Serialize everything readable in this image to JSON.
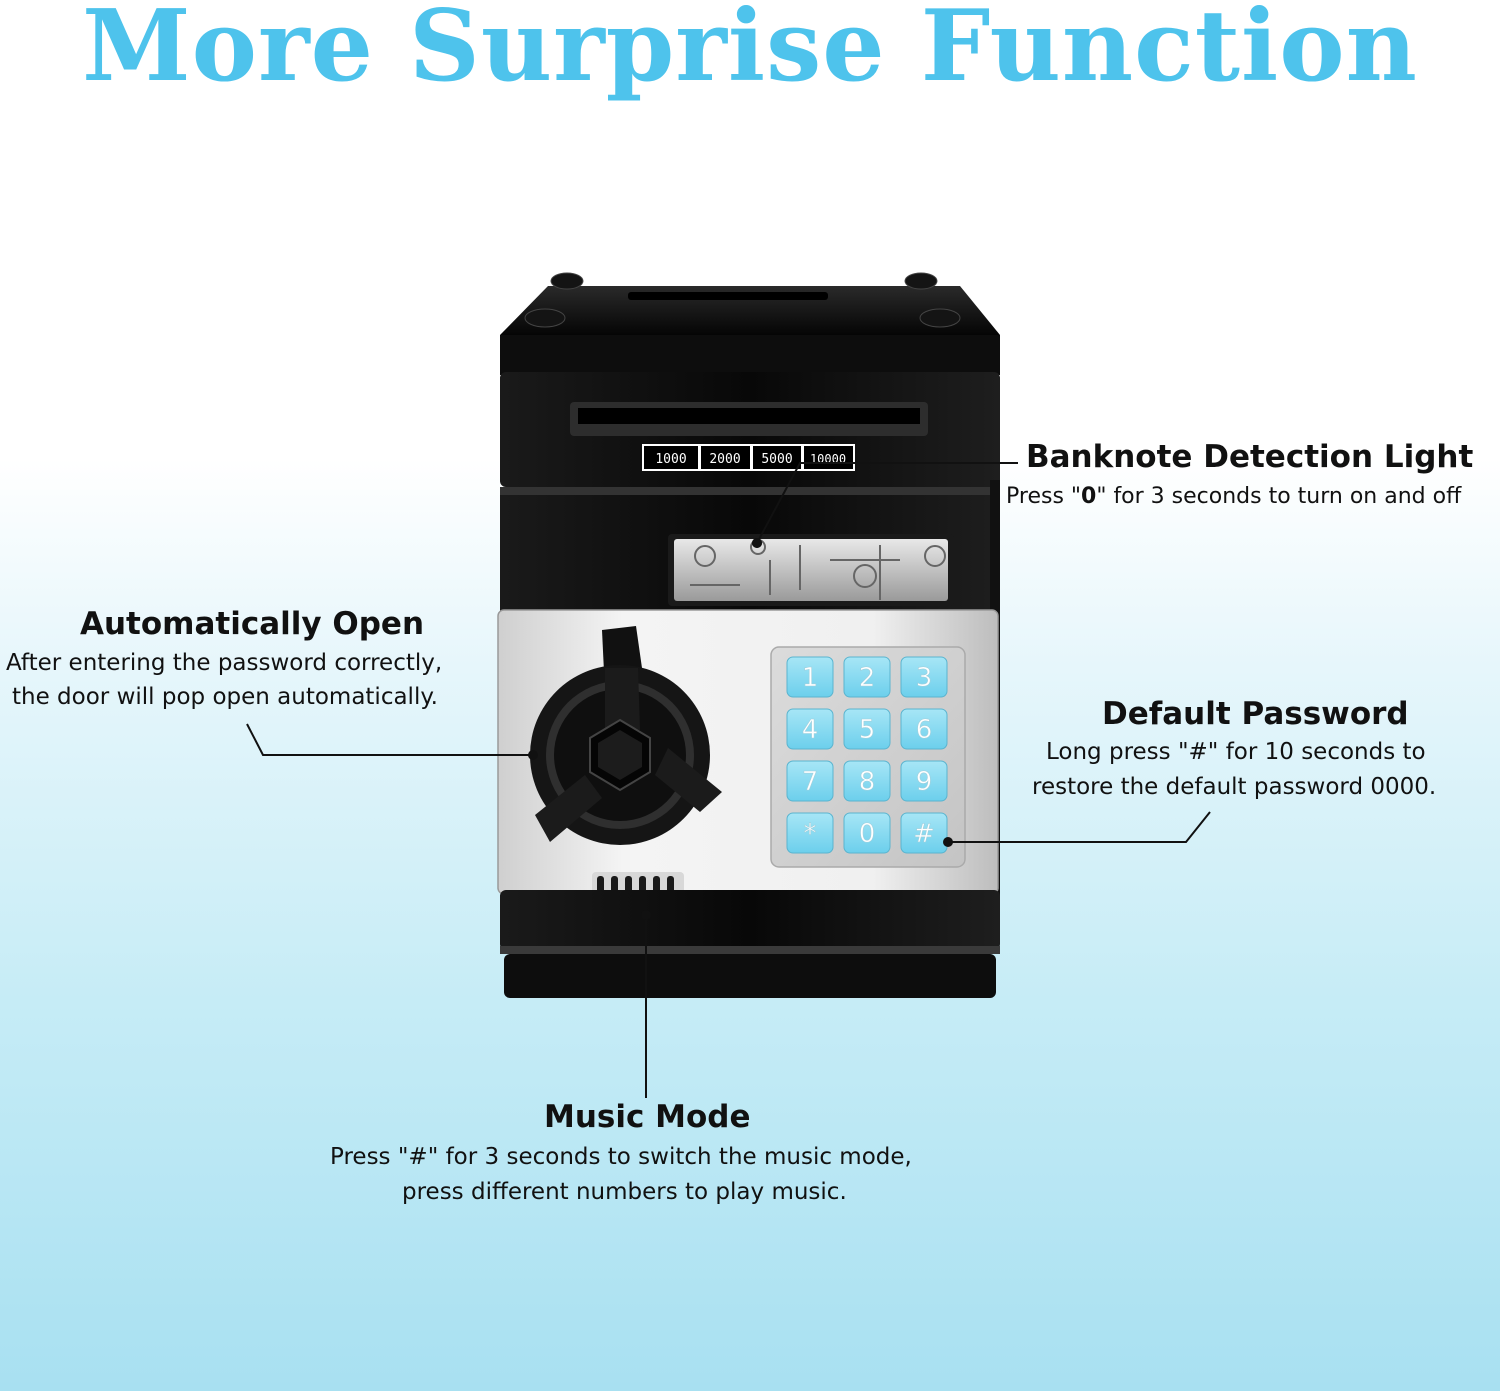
{
  "headline": "More Surprise Function",
  "product": {
    "denominations": [
      "1000",
      "2000",
      "5000",
      "10000"
    ],
    "keypad": [
      "1",
      "2",
      "3",
      "4",
      "5",
      "6",
      "7",
      "8",
      "9",
      "*",
      "0",
      "#"
    ],
    "colors": {
      "body": "#0b0b0b",
      "panel": "#e4e4e4",
      "key": "#7fd6ef",
      "headline": "#4ec3ec"
    }
  },
  "callouts": {
    "banknote": {
      "title": "Banknote Detection Light",
      "desc_pre": "Press \"",
      "desc_key": "0",
      "desc_post": "\" for 3 seconds to turn on and off"
    },
    "auto_open": {
      "title": "Automatically Open",
      "line1": "After entering the password correctly,",
      "line2": "the door will pop open automatically."
    },
    "default_password": {
      "title": "Default Password",
      "line1": "Long press \"#\" for 10 seconds to",
      "line2": "restore the default password 0000."
    },
    "music_mode": {
      "title": "Music Mode",
      "line1": "Press \"#\" for 3 seconds to switch the music mode,",
      "line2": "press different numbers to play music."
    }
  }
}
